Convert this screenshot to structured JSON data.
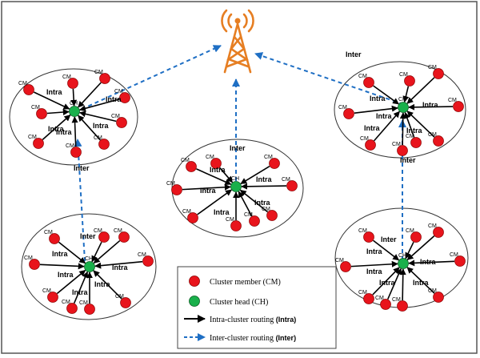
{
  "colors": {
    "cluster_member": "#e8141c",
    "cluster_head": "#19b04b",
    "intra_arrow": "#000000",
    "inter_arrow": "#1f6fc4",
    "tower": "#e67e22"
  },
  "icons": {
    "tower": "cell-tower-icon"
  },
  "node_labels": {
    "member": "CM",
    "head": "CH"
  },
  "route_labels": {
    "intra": "Intra",
    "inter": "Inter"
  },
  "legend": {
    "member": "Cluster member (CM)",
    "head": "Cluster head (CH)",
    "intra_text": "Intra-cluster routing ",
    "intra_tag": "(Intra)",
    "inter_text": "Inter-cluster routing ",
    "inter_tag": "(Inter)"
  }
}
